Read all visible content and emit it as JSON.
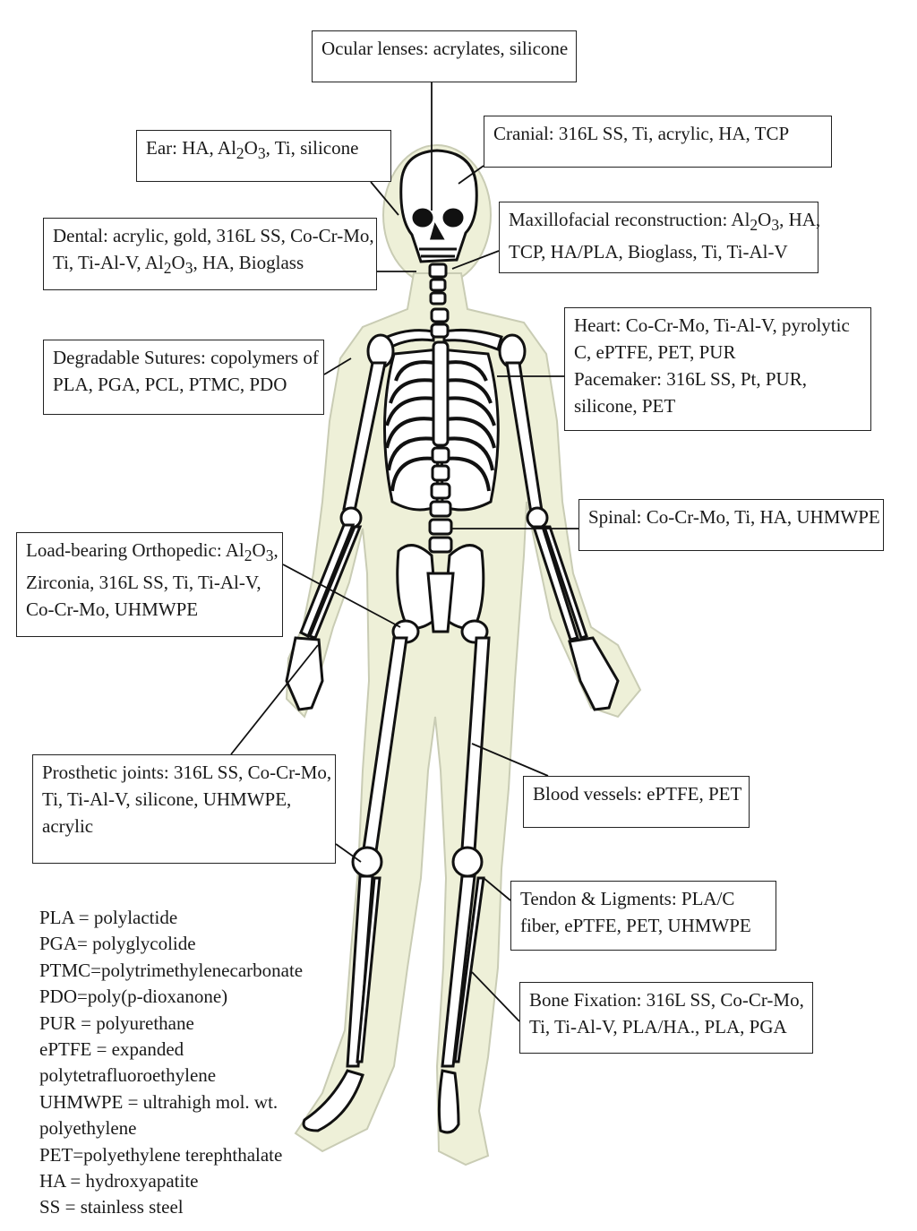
{
  "labels": {
    "ocular": {
      "l1": "Ocular lenses: acrylates, silicone"
    },
    "cranial": {
      "l1": "Cranial: 316L SS, Ti, acrylic, HA, TCP"
    },
    "ear": {
      "a": "Ear: HA, Al",
      "s1": "2",
      "b": "O",
      "s2": "3",
      "c": ", Ti, silicone"
    },
    "dental": {
      "l1": "Dental: acrylic, gold, 316L SS, Co-Cr-Mo,",
      "a": "Ti, Ti-Al-V, Al",
      "s1": "2",
      "b": "O",
      "s2": "3",
      "c": ", HA, Bioglass"
    },
    "maxillofacial": {
      "a": "Maxillofacial reconstruction: Al",
      "s1": "2",
      "b": "O",
      "s2": "3",
      "c": ", HA,",
      "l2": "TCP, HA/PLA, Bioglass, Ti, Ti-Al-V"
    },
    "sutures": {
      "l1": "Degradable Sutures: copolymers of",
      "l2": "PLA, PGA, PCL, PTMC, PDO"
    },
    "heart": {
      "l1": "Heart: Co-Cr-Mo, Ti-Al-V, pyrolytic",
      "l2": "C, ePTFE, PET, PUR",
      "l3": "Pacemaker: 316L SS, Pt, PUR,",
      "l4": "silicone, PET"
    },
    "spinal": {
      "l1": "Spinal: Co-Cr-Mo, Ti, HA, UHMWPE"
    },
    "orthopedic": {
      "a": "Load-bearing Orthopedic: Al",
      "s1": "2",
      "b": "O",
      "s2": "3",
      "c": ",",
      "l2": "Zirconia, 316L SS, Ti, Ti-Al-V,",
      "l3": "Co-Cr-Mo, UHMWPE"
    },
    "prosthetic": {
      "l1": "Prosthetic joints: 316L SS, Co-Cr-Mo,",
      "l2": "Ti, Ti-Al-V, silicone, UHMWPE,",
      "l3": "acrylic"
    },
    "blood": {
      "l1": "Blood vessels: ePTFE, PET"
    },
    "tendon": {
      "l1": "Tendon & Ligments: PLA/C",
      "l2": "fiber, ePTFE, PET, UHMWPE"
    },
    "fixation": {
      "l1": "Bone Fixation: 316L SS, Co-Cr-Mo,",
      "l2": "Ti, Ti-Al-V, PLA/HA., PLA, PGA"
    }
  },
  "legend": [
    "PLA = polylactide",
    "PGA= polyglycolide",
    "PTMC=polytrimethylenecarbonate",
    "PDO=poly(p-dioxanone)",
    "PUR = polyurethane",
    "ePTFE = expanded",
    "polytetrafluoroethylene",
    "UHMWPE = ultrahigh mol. wt.",
    "polyethylene",
    "PET=polyethylene terephthalate",
    "HA = hydroxyapatite",
    "SS = stainless steel"
  ],
  "colors": {
    "body_fill": "#eef0d8",
    "bone": "#ffffff",
    "ink": "#1a1a1a"
  }
}
